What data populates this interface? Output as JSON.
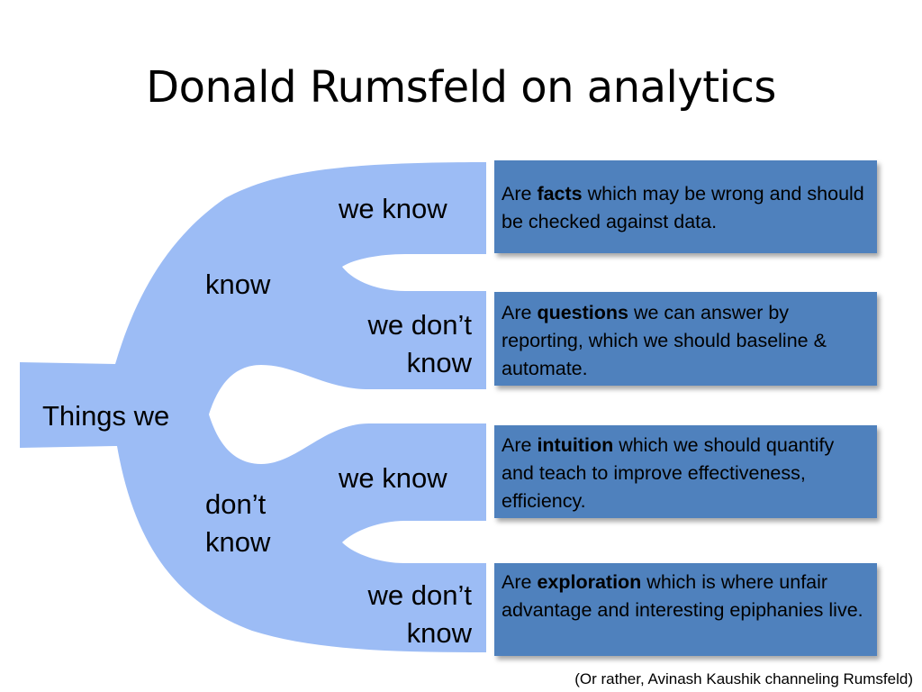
{
  "title": "Donald Rumsfeld on analytics",
  "tree": {
    "root": "Things we",
    "branches": [
      {
        "label": "know",
        "leaves": [
          {
            "label": "we know"
          },
          {
            "label_line1": "we don’t",
            "label_line2": "know"
          }
        ]
      },
      {
        "label_line1": "don’t",
        "label_line2": "know",
        "leaves": [
          {
            "label": "we know"
          },
          {
            "label_line1": "we don’t",
            "label_line2": "know"
          }
        ]
      }
    ],
    "fill_color": "#9cbcf5"
  },
  "boxes": [
    {
      "pre": "Are ",
      "bold": "facts",
      "post": " which may be wrong and should be checked against data."
    },
    {
      "pre": "Are ",
      "bold": "questions",
      "post": " we can answer by reporting, which we should baseline & automate."
    },
    {
      "pre": "Are ",
      "bold": "intuition",
      "post": " which we should quantify and teach to improve effectiveness, efficiency."
    },
    {
      "pre": "Are ",
      "bold": "exploration",
      "post": " which is where unfair advantage and interesting epiphanies live."
    }
  ],
  "box_color": "#4f81bd",
  "credit": "(Or rather, Avinash Kaushik channeling Rumsfeld)"
}
